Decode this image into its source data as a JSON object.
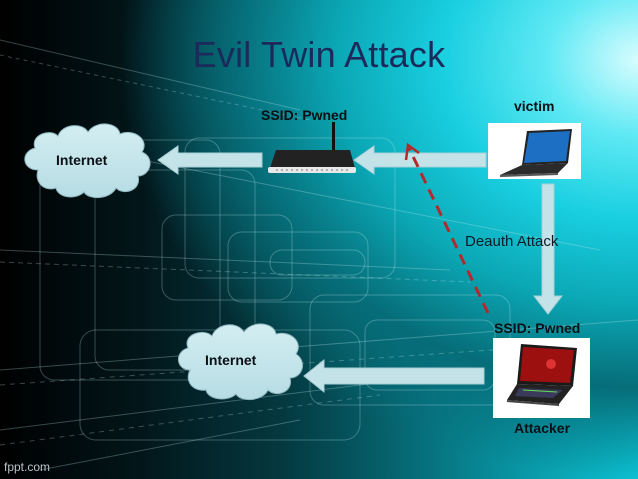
{
  "slide": {
    "title": "Evil Twin Attack",
    "footer": "fppt.com"
  },
  "nodes": {
    "internet_top": {
      "label": "Internet",
      "icon": "cloud-icon"
    },
    "router": {
      "label": "SSID: Pwned",
      "icon": "wireless-router-icon"
    },
    "victim": {
      "label": "victim",
      "icon": "laptop-icon"
    },
    "internet_bottom": {
      "label": "Internet",
      "icon": "cloud-icon"
    },
    "attacker": {
      "ssid_label": "SSID: Pwned",
      "label": "Attacker",
      "icon": "laptop-icon"
    }
  },
  "edges": {
    "deauth_label": "Deauth Attack"
  },
  "colors": {
    "title": "#1b2a5a",
    "arrow_fill": "#c3e3e8",
    "cloud_fill": "#c7e6ec",
    "deauth_dash": "#b32a2a"
  }
}
